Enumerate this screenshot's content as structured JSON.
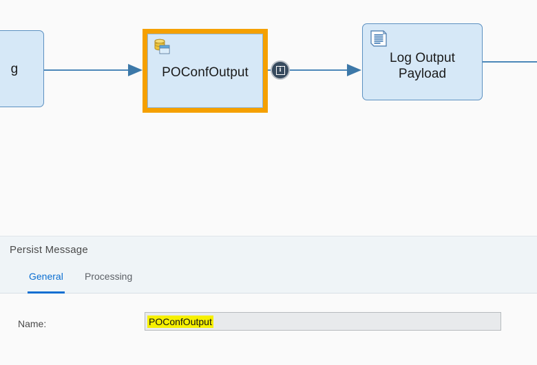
{
  "canvas": {
    "background": "#fafafa",
    "nodes": [
      {
        "id": "prev",
        "label": "g",
        "truncated": true,
        "icon": "",
        "fill": "#d6e8f7",
        "stroke": "#5a8fc0"
      },
      {
        "id": "selected",
        "label": "POConfOutput",
        "icon": "database-window-icon",
        "fill": "#d6e8f7",
        "stroke": "#8fb6d8",
        "selection_color": "#f5a000",
        "selected": true
      },
      {
        "id": "log",
        "label": "Log Output\nPayload",
        "label_line1": "Log Output",
        "label_line2": "Payload",
        "icon": "document-log-icon",
        "fill": "#d6e8f7",
        "stroke": "#5a8fc0"
      }
    ],
    "badge": {
      "name": "info-badge",
      "glyph": "i",
      "fill": "#374a5e",
      "ring": "#b9bfc6"
    },
    "connector_color": "#4a86b8"
  },
  "panel": {
    "title": "Persist Message",
    "background": "#eff4f7",
    "tabs": [
      {
        "label": "General",
        "active": true
      },
      {
        "label": "Processing",
        "active": false
      }
    ],
    "active_tab_color": "#0a6ed1",
    "form": {
      "name_label": "Name:",
      "name_value": "POConfOutput",
      "name_highlight_color": "#f6f000",
      "field_background": "#e8eaec"
    }
  }
}
